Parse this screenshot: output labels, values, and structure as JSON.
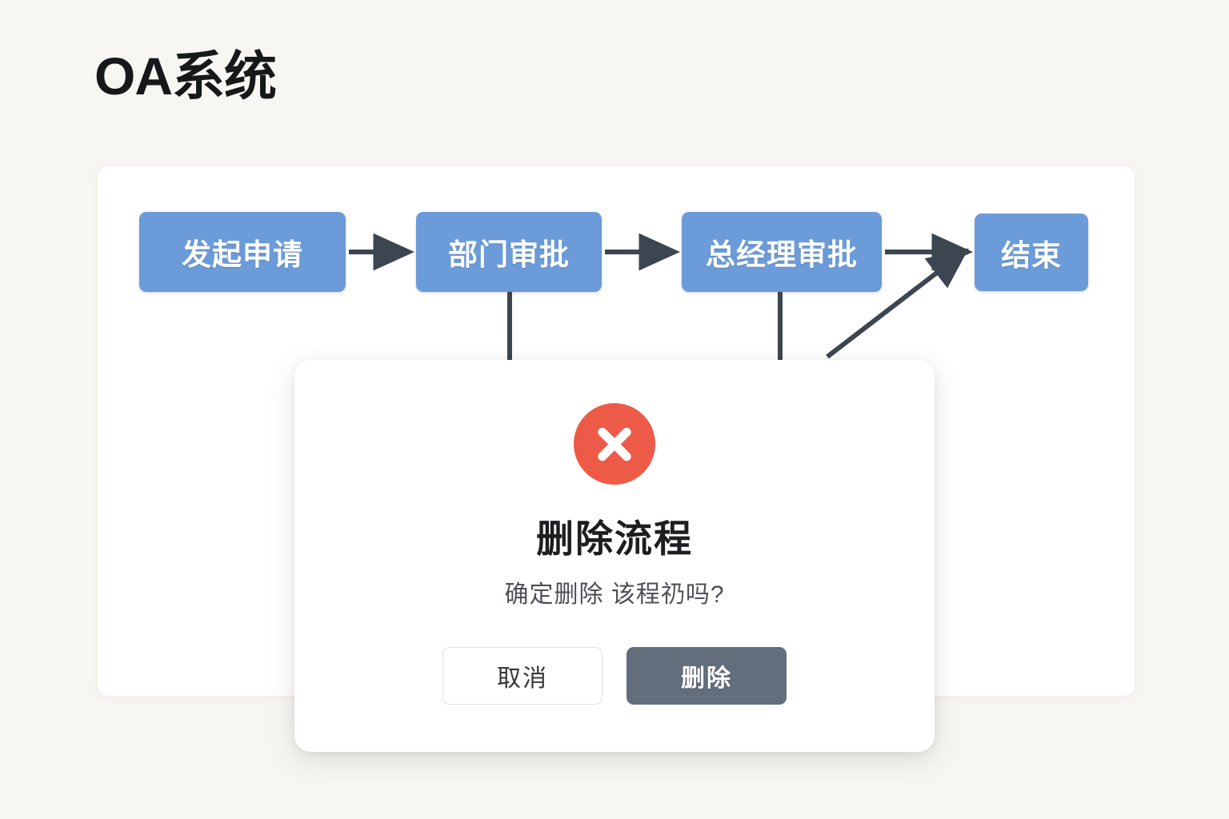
{
  "page": {
    "title": "OA系统",
    "background_color": "#f8f6f2",
    "card_color": "#ffffff"
  },
  "flow": {
    "node_color": "#6b9bd8",
    "connector_color": "#3c4550",
    "nodes": [
      {
        "label": "发起申请"
      },
      {
        "label": "部门审批"
      },
      {
        "label": "总经理审批"
      },
      {
        "label": "结束"
      }
    ]
  },
  "dialog": {
    "icon": "error-circle-x-icon",
    "icon_color": "#ee5a48",
    "title": "删除流程",
    "message": "确定删除 该程礽吗?",
    "cancel_label": "取消",
    "confirm_label": "删除",
    "confirm_color": "#636e7d"
  }
}
